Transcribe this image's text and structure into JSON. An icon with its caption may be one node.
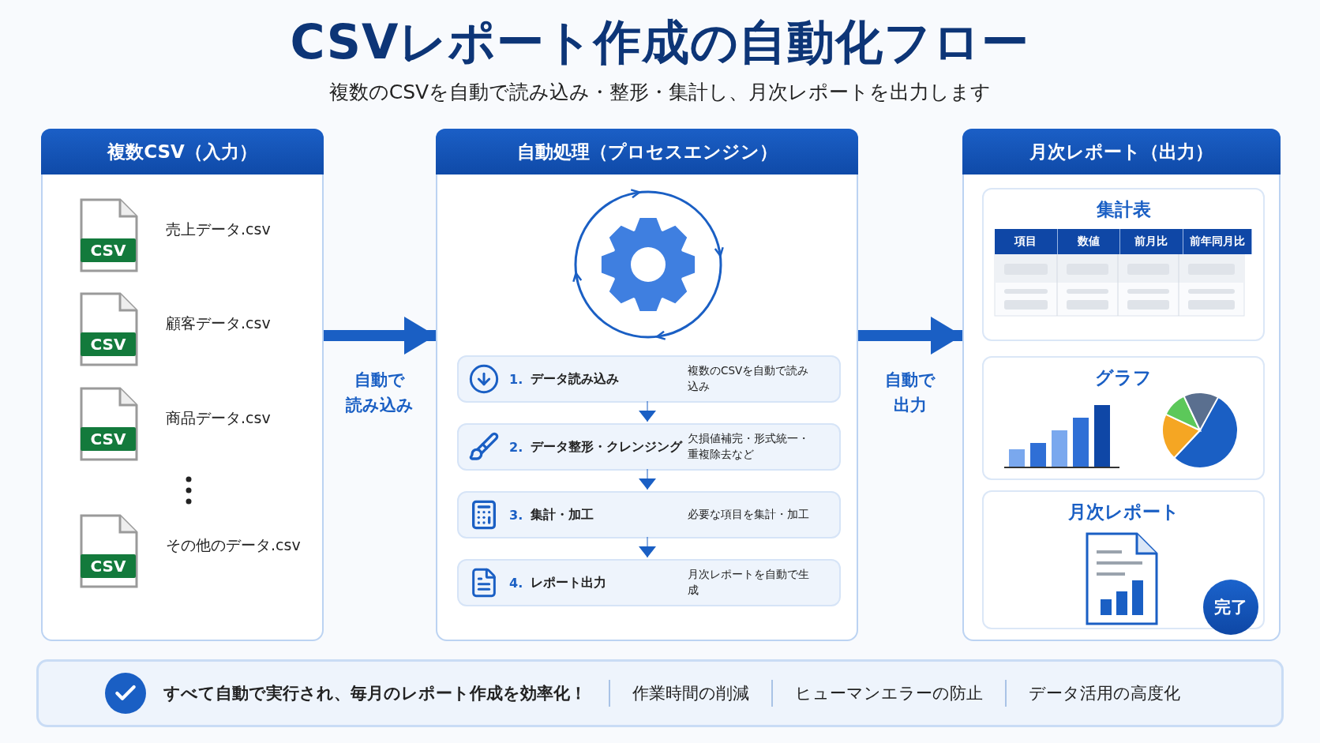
{
  "diagram": {
    "title": "CSVレポート作成の自動化フロー",
    "nodes": [
      {
        "text": [
          "複数CSV（入力）"
        ]
      },
      {
        "text": [
          "売上データ.csv"
        ],
        "in": 0
      },
      {
        "text": [
          "顧客データ.csv"
        ],
        "in": 0
      },
      {
        "text": [
          "商品データ.csv"
        ],
        "in": 0
      },
      {
        "text": [
          "その他のデータ.csv"
        ],
        "in": 0
      },
      {
        "text": [
          "自動処理（プロセスエンジン）"
        ]
      },
      {
        "text": [
          "1. データ読み込み",
          "複数のCSVを自動で読み込み"
        ],
        "in": 5
      },
      {
        "text": [
          "2. データ整形・クレンジング",
          "欠損値補完・形式統一・重複除去など"
        ],
        "in": 5
      },
      {
        "text": [
          "3. 集計・加工",
          "必要な項目を集計・加工"
        ],
        "in": 5
      },
      {
        "text": [
          "4. レポート出力",
          "月次レポートを自動で生成"
        ],
        "in": 5
      },
      {
        "text": [
          "月次レポート（出力）"
        ]
      },
      {
        "text": [
          "集計表"
        ],
        "in": 10
      },
      {
        "text": [
          "グラフ"
        ],
        "in": 10
      },
      {
        "text": [
          "月次レポート"
        ],
        "in": 10
      },
      {
        "text": [
          "完了"
        ],
        "in": 13
      },
      {
        "text": [
          "すべて自動で実行され、毎月のレポート作成を効率化！",
          "作業時間の削減",
          "ヒューマンエラーの防止",
          "データ活用の高度化"
        ]
      }
    ],
    "edges": [
      {
        "from": 0,
        "to": 5,
        "arrow": "to",
        "label": "自動で読み込み",
        "style": "thick"
      },
      {
        "from": 5,
        "to": 10,
        "arrow": "to",
        "label": "自動で出力",
        "style": "thick"
      },
      {
        "from": 6,
        "to": 7,
        "arrow": "to"
      },
      {
        "from": 7,
        "to": 8,
        "arrow": "to"
      },
      {
        "from": 8,
        "to": 9,
        "arrow": "to"
      }
    ],
    "labels": [
      "複数のCSVを自動で読み込み・整形・集計し、月次レポートを出力します",
      "CSV",
      "CSV",
      "CSV",
      "CSV",
      "項目",
      "数値",
      "前月比",
      "前年同月比"
    ]
  }
}
